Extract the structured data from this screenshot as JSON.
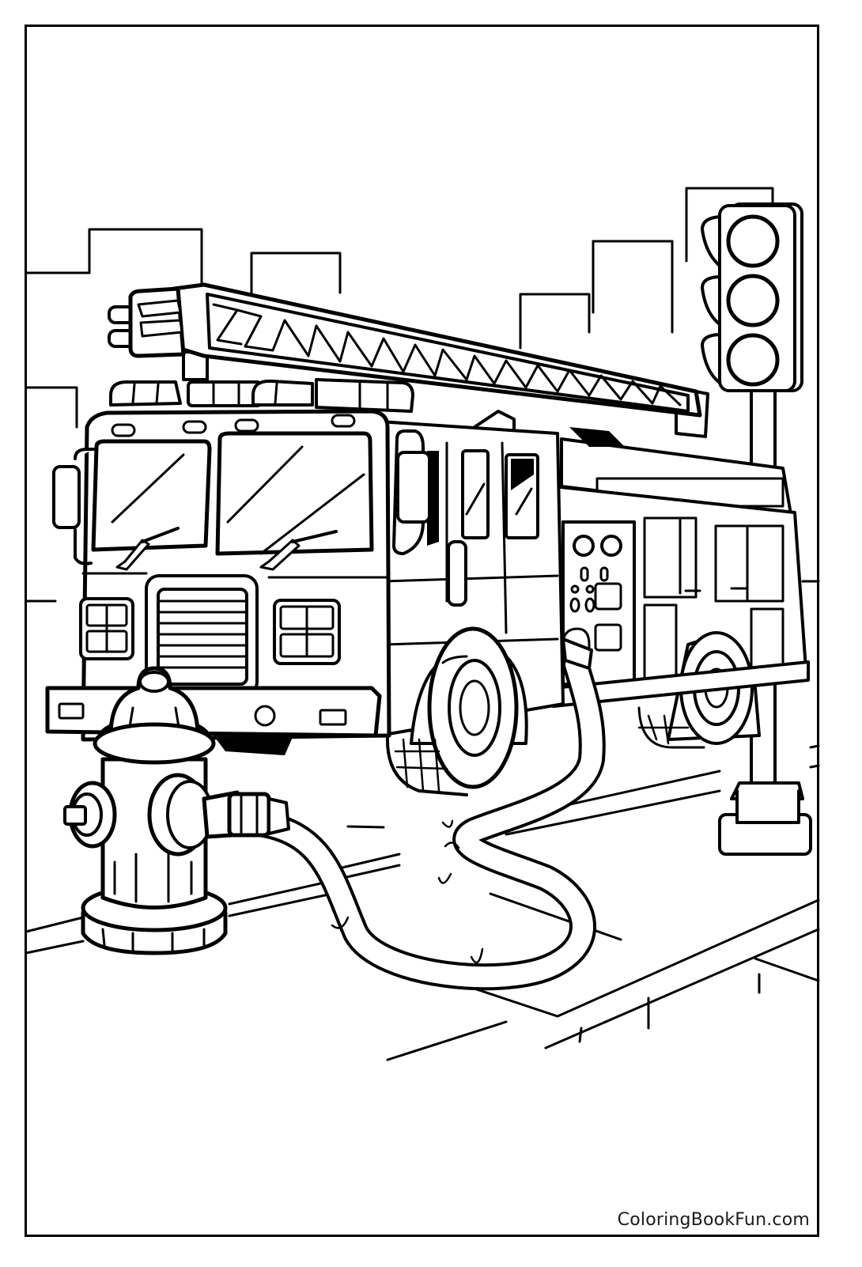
{
  "page": {
    "type": "coloring-page",
    "subject": "fire truck with ladder, fire hydrant, hose and traffic light on a city street",
    "background_color": "#ffffff",
    "line_color": "#000000"
  },
  "watermark": {
    "text": "ColoringBookFun.com",
    "color": "#1a1a1a"
  },
  "illustration": {
    "elements": [
      {
        "name": "city-skyline",
        "label": "Buildings"
      },
      {
        "name": "fire-truck",
        "label": "Fire truck"
      },
      {
        "name": "aerial-ladder",
        "label": "Ladder"
      },
      {
        "name": "fire-hydrant",
        "label": "Fire hydrant"
      },
      {
        "name": "fire-hose",
        "label": "Hose"
      },
      {
        "name": "traffic-light",
        "label": "Traffic light",
        "lamps": 3
      },
      {
        "name": "street-curb",
        "label": "Street and curb"
      }
    ]
  }
}
